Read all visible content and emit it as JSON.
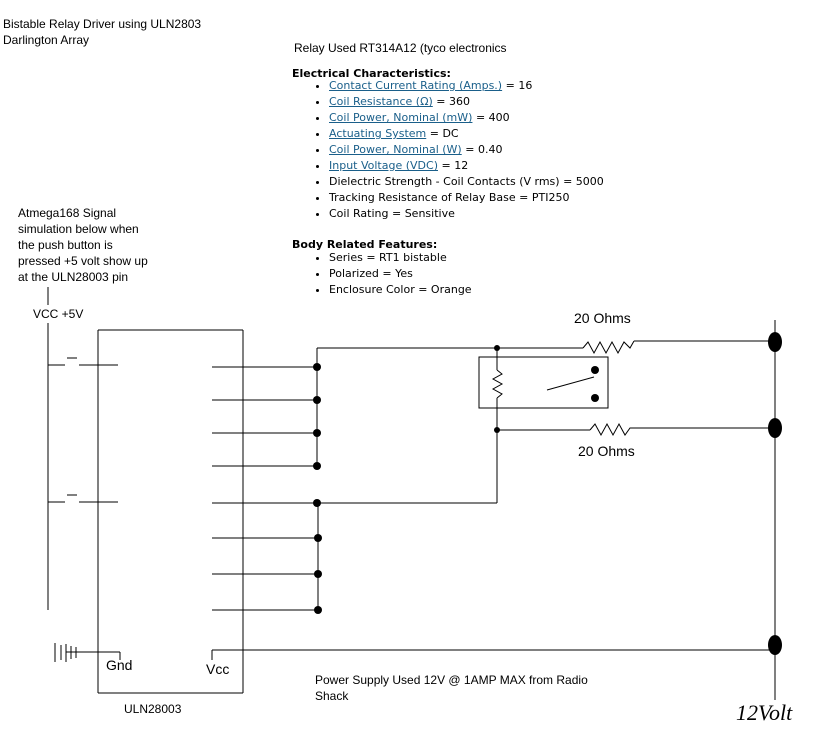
{
  "title": {
    "line1": "Bistable Relay Driver using ULN2803",
    "line2": "Darlington Array"
  },
  "relay_used": "Relay Used RT314A12 (tyco electronics",
  "electrical": {
    "heading": "Electrical Characteristics:",
    "items": [
      {
        "link": "Contact Current Rating (Amps.)",
        "value": " = 16"
      },
      {
        "link": "Coil Resistance (Ω)",
        "value": " = 360"
      },
      {
        "link": "Coil Power, Nominal (mW)",
        "value": " = 400"
      },
      {
        "link": "Actuating System",
        "value": " = DC"
      },
      {
        "link": "Coil Power, Nominal (W)",
        "value": " = 0.40"
      },
      {
        "link": "Input Voltage (VDC)",
        "value": " = 12"
      },
      {
        "link": "",
        "value": "Dielectric Strength - Coil Contacts (V rms) = 5000"
      },
      {
        "link": "",
        "value": "Tracking Resistance of Relay Base = PTI250"
      },
      {
        "link": "",
        "value": "Coil Rating = Sensitive"
      }
    ]
  },
  "body": {
    "heading": "Body Related Features:",
    "items": [
      "Series = RT1 bistable",
      "Polarized = Yes",
      "Enclosure Color = Orange"
    ]
  },
  "signal_note": {
    "line1": "Atmega168 Signal",
    "line2": "simulation below when",
    "line3": "the push button is",
    "line4": "pressed +5 volt show up",
    "line5": "at the ULN28003 pin"
  },
  "labels": {
    "vcc5": "VCC +5V",
    "gnd": "Gnd",
    "vcc": "Vcc",
    "chip": "ULN28003",
    "res_top": "20 Ohms",
    "res_bottom": "20 Ohms",
    "supply_line1": "Power Supply Used 12V @ 1AMP MAX from Radio",
    "supply_line2": "Shack",
    "volt": "12Volt"
  },
  "colors": {
    "link": "#1a5f8a",
    "wire": "#000000"
  }
}
